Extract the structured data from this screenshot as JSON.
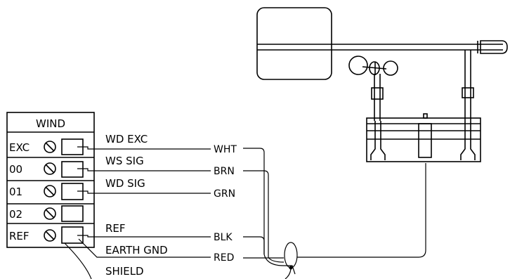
{
  "panel": {
    "title": "WIND",
    "terminals": [
      "EXC",
      "00",
      "01",
      "02",
      "REF"
    ]
  },
  "signals": {
    "wd_exc": "WD EXC",
    "ws_sig": "WS SIG",
    "wd_sig": "WD SIG",
    "ref": "REF",
    "earth_gnd": "EARTH GND",
    "shield": "SHIELD"
  },
  "wires": {
    "wht": "WHT",
    "brn": "BRN",
    "grn": "GRN",
    "blk": "BLK",
    "red": "RED"
  }
}
